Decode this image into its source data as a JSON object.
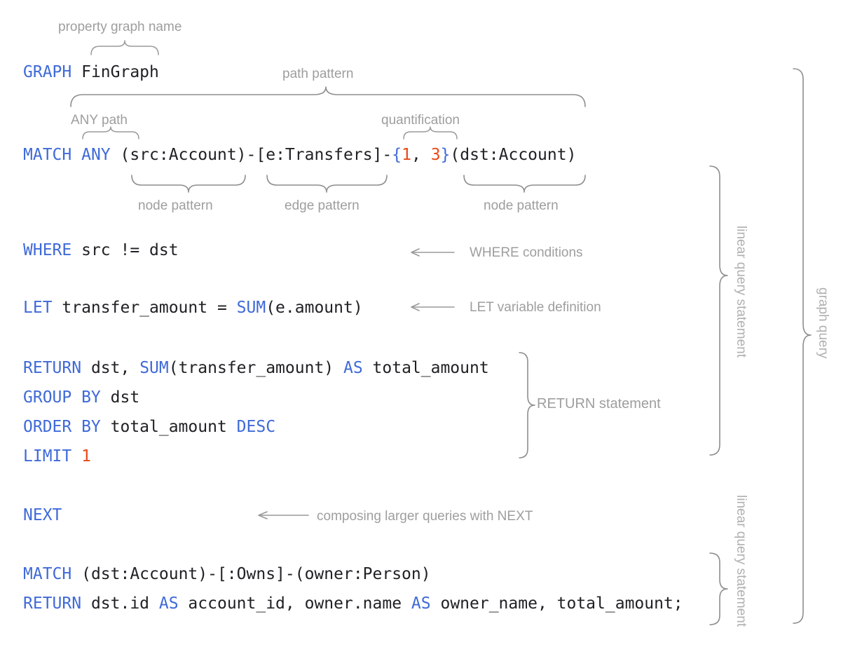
{
  "diagram": {
    "title": "GQL graph query anatomy",
    "colors": {
      "keyword": "#3f6ad8",
      "literal": "#e8491b",
      "plain": "#202124",
      "annotation": "#9e9e9e",
      "brace": "#8e8e8e",
      "background": "#ffffff"
    }
  },
  "code": {
    "line_graph": {
      "keyword": "GRAPH",
      "rest": " FinGraph"
    },
    "line_match": {
      "keyword": "MATCH",
      "any": "ANY",
      "src_node": "(src:Account)",
      "dash1": "-",
      "edge": "[e:Transfers]",
      "dash2": "-",
      "brace_open": "{",
      "q_min": "1",
      "q_comma": ", ",
      "q_max": "3",
      "brace_close": "}",
      "dst_node": "(dst:Account)"
    },
    "line_where": {
      "keyword": "WHERE",
      "rest": " src != dst"
    },
    "line_let": {
      "keyword": "LET",
      "mid": " transfer_amount = ",
      "func": "SUM",
      "tail": "(e.amount)"
    },
    "line_return": {
      "keyword": "RETURN",
      "mid": " dst, ",
      "func": "SUM",
      "args": "(transfer_amount) ",
      "as": "AS",
      "tail": " total_amount"
    },
    "line_group": {
      "keyword": "GROUP BY",
      "rest": " dst"
    },
    "line_order": {
      "keyword": "ORDER BY",
      "mid": " total_amount ",
      "desc": "DESC"
    },
    "line_limit": {
      "keyword": "LIMIT",
      "space": " ",
      "value": "1"
    },
    "line_next": {
      "keyword": "NEXT"
    },
    "line_match2": {
      "keyword": "MATCH",
      "rest": " (dst:Account)-[:Owns]-(owner:Person)"
    },
    "line_return2": {
      "keyword": "RETURN",
      "a": " dst.id ",
      "as1": "AS",
      "b": " account_id, owner.name ",
      "as2": "AS",
      "c": " owner_name, total_amount;"
    }
  },
  "annotations": {
    "property_graph_name": "property graph name",
    "path_pattern": "path pattern",
    "any_path": "ANY path",
    "quantification": "quantification",
    "node_pattern_1": "node pattern",
    "edge_pattern": "edge pattern",
    "node_pattern_2": "node pattern",
    "where_conditions": "WHERE conditions",
    "let_variable_definition": "LET variable definition",
    "return_statement": "RETURN statement",
    "composing_next": "composing larger queries with NEXT",
    "linear_query_statement_1": "linear query statement",
    "linear_query_statement_2": "linear query statement",
    "graph_query": "graph query"
  }
}
